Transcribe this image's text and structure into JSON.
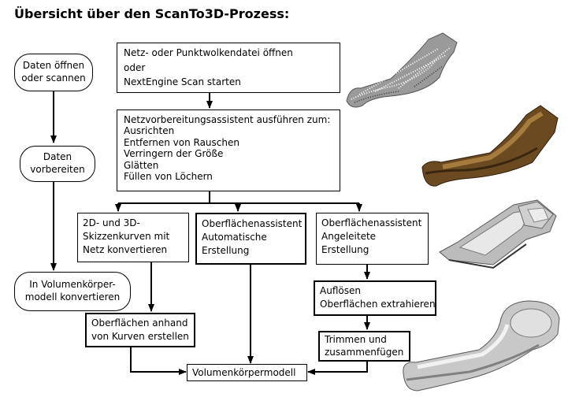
{
  "title": "Übersicht über den ScanTo3D-Prozess:",
  "left_steps": [
    {
      "lines": [
        "Daten öffnen",
        "oder scannen"
      ]
    },
    {
      "lines": [
        "Daten",
        "vorbereiten"
      ]
    },
    {
      "lines": [
        "In Volumenkörper-",
        "modell konvertieren"
      ]
    }
  ],
  "boxes": {
    "open": {
      "lines": [
        "Netz- oder Punktwolkendatei öffnen",
        "oder",
        "NextEngine Scan starten"
      ]
    },
    "prep": {
      "lines": [
        "Netzvorbereitungsassistent ausführen zum:",
        "Ausrichten",
        "Entfernen von Rauschen",
        "Verringern der Größe",
        "Glätten",
        "Füllen von Löchern"
      ]
    },
    "sketch": {
      "lines": [
        "2D- und 3D-",
        "Skizzenkurven mit",
        "Netz konvertieren"
      ]
    },
    "auto": {
      "lines": [
        "Oberflächenassistent",
        "Automatische",
        "Erstellung"
      ]
    },
    "guided": {
      "lines": [
        "Oberflächenassistent",
        "Angeleitete",
        "Erstellung"
      ]
    },
    "from_curves": {
      "lines": [
        "Oberflächen anhand",
        "von Kurven erstellen"
      ]
    },
    "extract": {
      "lines": [
        "Auflösen",
        "Oberflächen extrahieren"
      ]
    },
    "trim": {
      "lines": [
        "Trimmen und",
        "zusammenfügen"
      ]
    },
    "solid": {
      "lines": [
        "Volumenkörpermodell"
      ]
    }
  },
  "illustrations": [
    "point-cloud-illustration",
    "mesh-illustration",
    "surface-illustration",
    "solid-model-illustration"
  ]
}
